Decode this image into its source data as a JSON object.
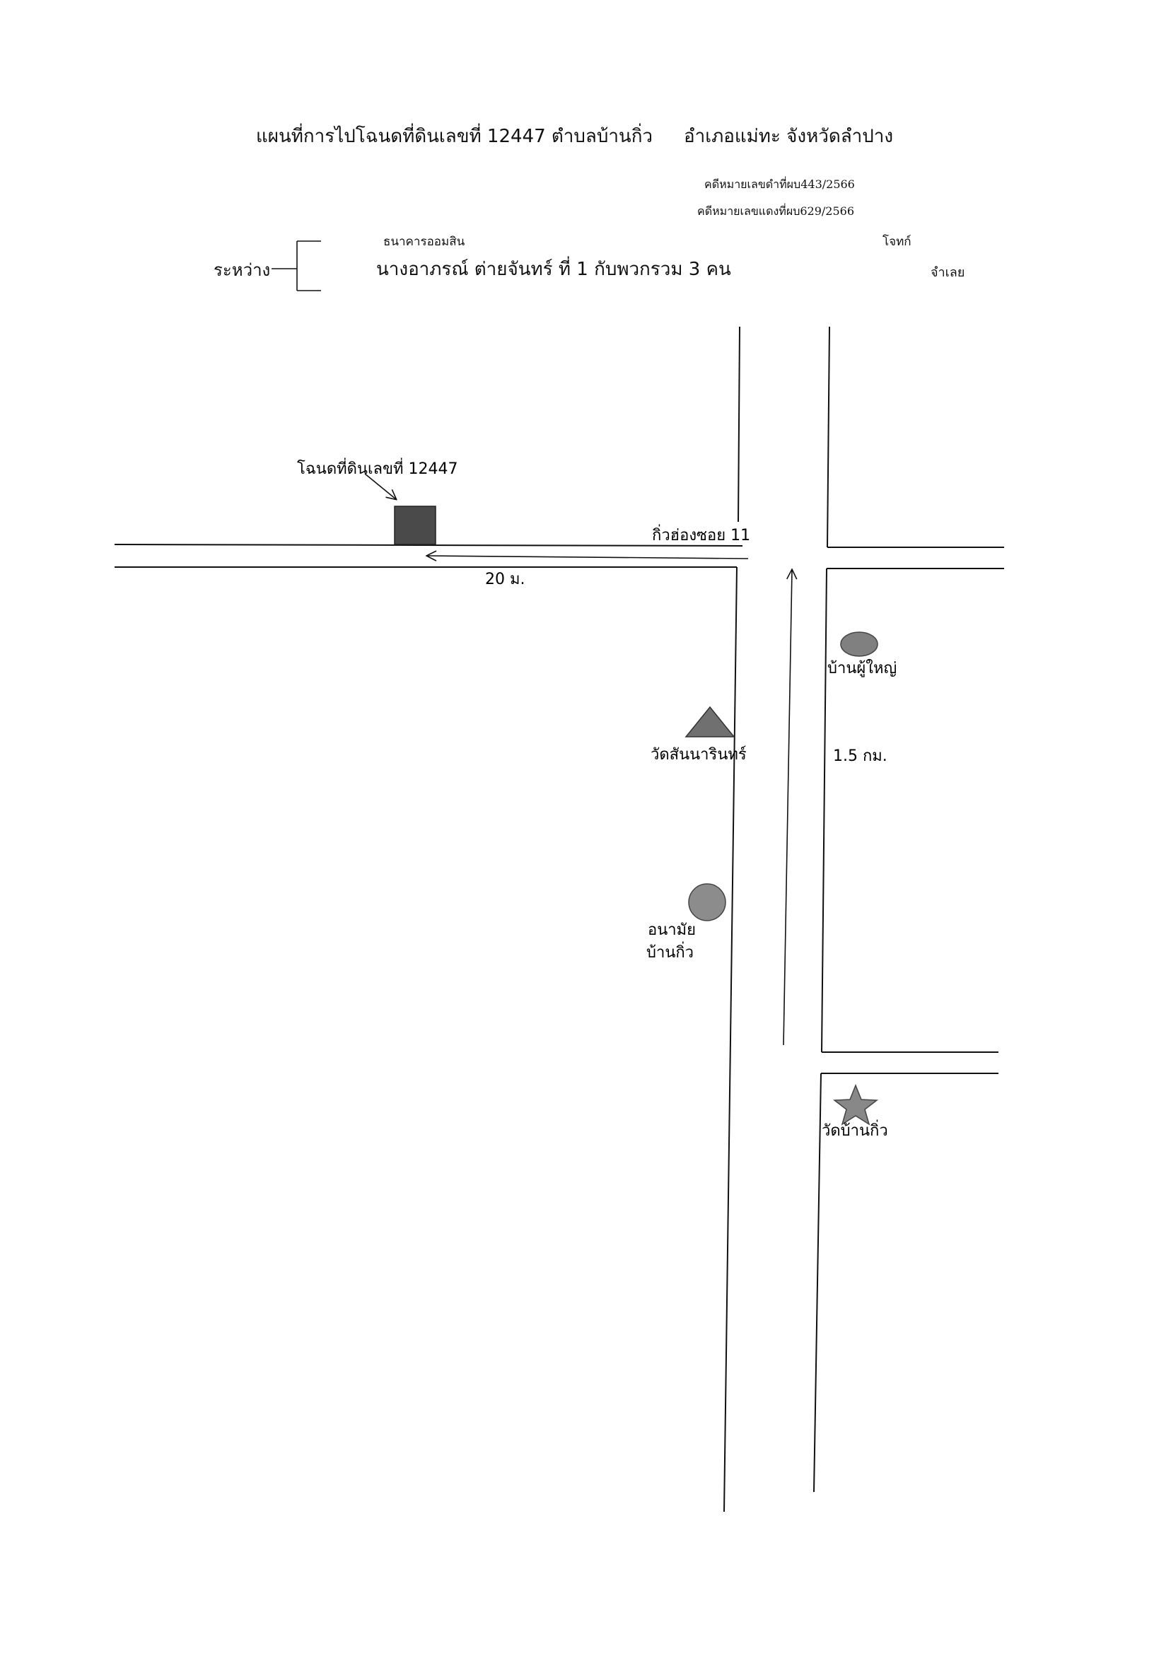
{
  "header": {
    "title_parts": [
      "แผนที่การไปโฉนดที่ดินเลขที่ 12447  ตำบลบ้านกิ่ว",
      "อำเภอแม่ทะ  จังหวัดลำปาง"
    ],
    "case_black": "คดีหมายเลขดำที่ผบ443/2566",
    "case_red": "คดีหมายเลขแดงที่ผบ629/2566"
  },
  "parties": {
    "between_label": "ระหว่าง",
    "plaintiff_name": "ธนาคารออมสิน",
    "plaintiff_role": "โจทก์",
    "defendant_name": "นางอาภรณ์  ต่ายจันทร์     ที่ 1  กับพวกรวม 3  คน",
    "defendant_role": "จำเลย"
  },
  "map": {
    "land_label": "โฉนดที่ดินเลขที่ 12447",
    "soi_label": "กิ่วฮ่องซอย 11",
    "distance_soi": "20 ม.",
    "distance_main": "1.5 กม.",
    "landmarks": {
      "headman_house": "บ้านผู้ใหญ่",
      "temple_san_narin": "วัดสันนารินทร์",
      "health_center_line1": "อนามัย",
      "health_center_line2": "บ้านกิ่ว",
      "temple_ban_kiw": "วัดบ้านกิ่ว"
    },
    "colors": {
      "parcel_fill": "#4a4a4a",
      "marker_fill": "#808080",
      "line": "#111111"
    }
  }
}
